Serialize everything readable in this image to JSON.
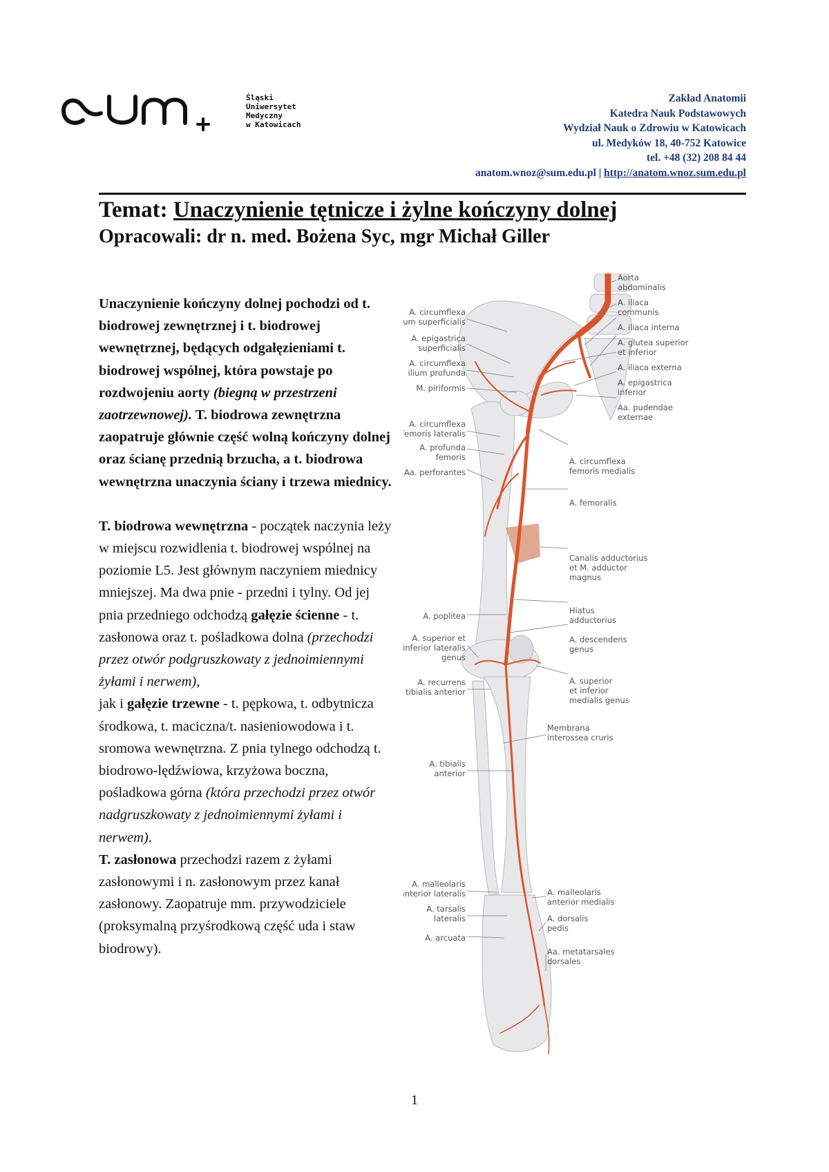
{
  "header": {
    "university_lines": [
      "Śląski",
      "Uniwersytet",
      "Medyczny",
      "w Katowicach"
    ],
    "department": "Zakład Anatomii",
    "chair": "Katedra Nauk Podstawowych",
    "faculty": "Wydział Nauk o Zdrowiu w Katowicach",
    "address": "ul. Medyków 18, 40-752 Katowice",
    "phone": "tel. +48 (32) 208 84 44",
    "email": "anatom.wnoz@sum.edu.pl",
    "separator": " | ",
    "website": "http://anatom.wnoz.sum.edu.pl"
  },
  "title": {
    "label": "Temat:",
    "subject": "Unaczynienie tętnicze i żylne kończyny dolnej",
    "authors": "Opracowali: dr n. med. Bożena Syc, mgr Michał Giller"
  },
  "body": {
    "intro_1": "Unaczynienie kończyny dolnej pochodzi od t. biodrowej zewnętrznej i t. biodrowej wewnętrznej, będących odgałęzieniami t. biodrowej wspólnej, która powstaje po rozdwojeniu aorty",
    "intro_italic": "(biegną w przestrzeni zaotrzewnowej).",
    "intro_2": "T. biodrowa zewnętrzna zaopatruje głównie część wolną kończyny dolnej oraz ścianę przednią brzucha, a t. biodrowa wewnętrzna unaczynia ściany i trzewa miednicy.",
    "p2_term": "T. biodrowa wewnętrzna",
    "p2_text_1": " - początek naczynia leży w miejscu rozwidlenia t. biodrowej wspólnej na poziomie L5. Jest głównym naczyniem miednicy mniejszej. Ma dwa pnie - przedni i tylny. Od jej pnia przedniego odchodzą ",
    "p2_term_wall": "gałęzie ścienne",
    "p2_text_2": " - t. zasłonowa oraz t. pośladkowa dolna ",
    "p2_italic_1": "(przechodzi przez otwór podgruszkowaty z jednoimiennymi żyłami i nerwem)",
    "p2_text_3": ",",
    "p2_text_4": "jak i ",
    "p2_term_visceral": "gałęzie trzewne",
    "p2_text_5": " - t. pępkowa, t. odbytnicza środkowa, t. maciczna/t. nasieniowodowa i t. sromowa wewnętrzna. Z pnia tylnego odchodzą t. biodrowo-lędźwiowa, krzyżowa boczna, pośladkowa górna ",
    "p2_italic_2": "(która przechodzi przez otwór nadgruszkowaty z jednoimiennymi żyłami i nerwem)",
    "p2_text_6": ".",
    "p3_term": "T. zasłonowa",
    "p3_text": " przechodzi razem z żyłami zasłonowymi i n. zasłonowym przez kanał zasłonowy. Zaopatruje mm. przywodziciele (proksymalną przyśrodkową część uda i staw biodrowy)."
  },
  "figure": {
    "colors": {
      "artery": "#d9542c",
      "bone": "#e8e8ea",
      "bone_edge": "#b9b9bf",
      "leader": "#7a7a7a",
      "muscle": "#d88a6c"
    },
    "labels_left": [
      [
        "A. circumflexa",
        "ilium superficialis"
      ],
      [
        "A. epigastrica",
        "superficialis"
      ],
      [
        "A. circumflexa",
        "ilium profunda"
      ],
      [
        "M. piriformis"
      ],
      [
        "A. circumflexa",
        "femoris lateralis"
      ],
      [
        "A. profunda",
        "femoris"
      ],
      [
        "Aa. perforantes"
      ],
      [
        "A. poplitea"
      ],
      [
        "A. superior et",
        "inferior lateralis",
        "genus"
      ],
      [
        "A. recurrens",
        "tibialis anterior"
      ],
      [
        "A. tibialis",
        "anterior"
      ],
      [
        "A. malleolaris",
        "anterior lateralis"
      ],
      [
        "A. tarsalis",
        "lateralis"
      ],
      [
        "A. arcuata"
      ]
    ],
    "labels_right": [
      [
        "Aorta",
        "abdominalis"
      ],
      [
        "A. iliaca",
        "communis"
      ],
      [
        "A. iliaca interna"
      ],
      [
        "A. glutea superior",
        "et inferior"
      ],
      [
        "A. iliaca externa"
      ],
      [
        "A. epigastrica",
        "inferior"
      ],
      [
        "Aa. pudendae",
        "externae"
      ],
      [
        "A. circumflexa",
        "femoris medialis"
      ],
      [
        "A. femoralis"
      ],
      [
        "Canalis adductorius",
        "et M. adductor",
        "magnus"
      ],
      [
        "Hiatus",
        "adductorius"
      ],
      [
        "A. descendens",
        "genus"
      ],
      [
        "A. superior",
        "et inferior",
        "medialis genus"
      ],
      [
        "Membrana",
        "interossea cruris"
      ],
      [
        "A. malleolaris",
        "anterior medialis"
      ],
      [
        "A. dorsalis",
        "pedis"
      ],
      [
        "Aa. metatarsales",
        "dorsales"
      ]
    ]
  },
  "page_number": "1"
}
